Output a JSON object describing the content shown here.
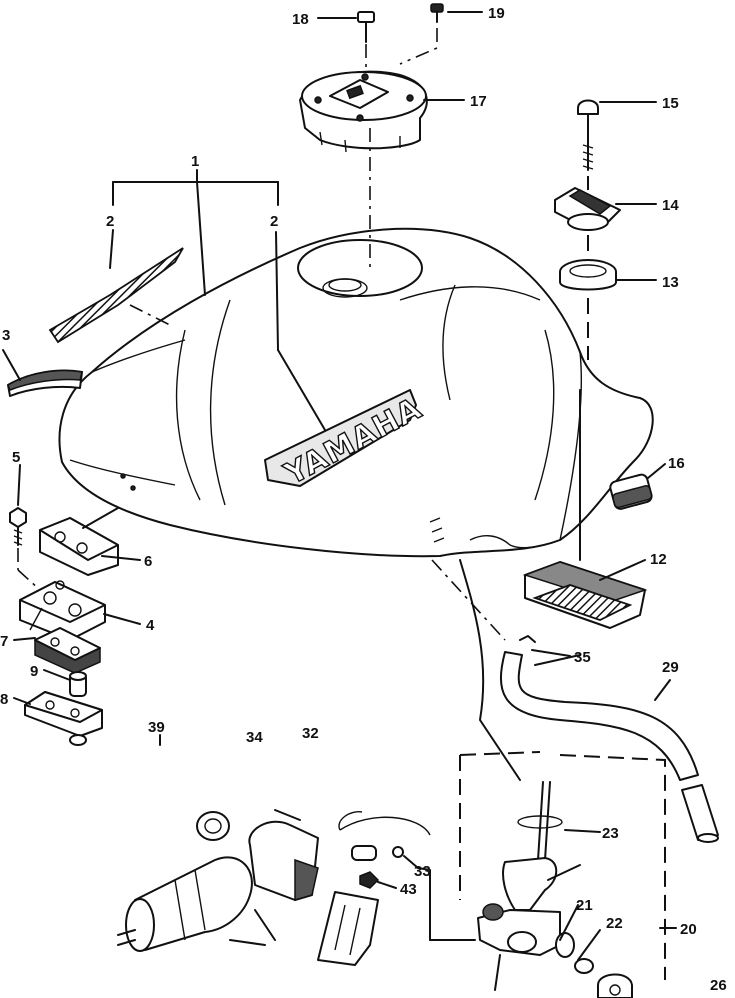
{
  "brand_logo": "YAMAHA",
  "callouts": {
    "c1": "1",
    "c2a": "2",
    "c2b": "2",
    "c3": "3",
    "c4": "4",
    "c5": "5",
    "c6": "6",
    "c7": "7",
    "c8": "8",
    "c9": "9",
    "c12": "12",
    "c13": "13",
    "c14": "14",
    "c15": "15",
    "c16": "16",
    "c17": "17",
    "c18": "18",
    "c19": "19",
    "c20": "20",
    "c21": "21",
    "c22": "22",
    "c23": "23",
    "c26": "26",
    "c29": "29",
    "c32": "32",
    "c33": "33",
    "c34": "34",
    "c35": "35",
    "c39": "39",
    "c43": "43"
  }
}
